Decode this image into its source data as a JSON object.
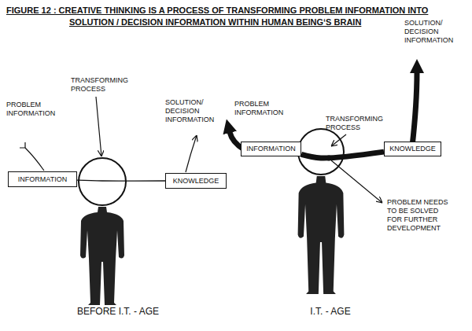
{
  "diagram": {
    "title": "FIGURE 12 : CREATIVE THINKING IS A PROCESS OF TRANSFORMING PROBLEM INFORMATION INTO SOLUTION / DECISION INFORMATION WITHIN HUMAN BEING‘S BRAIN",
    "nodes": [
      {
        "text": [
          "INFORMATION"
        ]
      },
      {
        "text": [
          "KNOWLEDGE"
        ]
      },
      {
        "text": [
          "INFORMATION"
        ]
      },
      {
        "text": [
          "KNOWLEDGE"
        ]
      }
    ],
    "edges": [
      {
        "from": 0,
        "to": 1,
        "arrow": "none"
      },
      {
        "from": 2,
        "to": 3,
        "arrow": "none"
      }
    ],
    "labels": [
      "PROBLEM INFORMATION",
      "TRANSFORMING PROCESS",
      "SOLUTION/ DECISION INFORMATION",
      "BEFORE I.T. - AGE",
      "PROBLEM INFORMATION",
      "TRANSFORMING PROCESS",
      "SOLUTION/ DECISION INFORMATION",
      "PROBLEM NEEDS TO BE SOLVED FOR FURTHER DEVELOPMENT",
      "I.T. - AGE"
    ]
  }
}
